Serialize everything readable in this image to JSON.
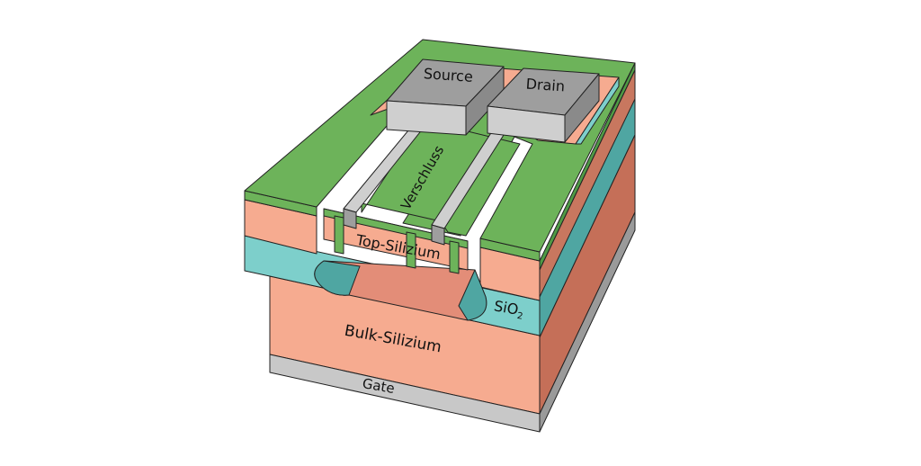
{
  "labels": {
    "source": "Source",
    "drain": "Drain",
    "shutter": "Verschluss",
    "top_silicon": "Top-Silizium",
    "oxide": "SiO",
    "oxide_subscript": "2",
    "bulk_silicon": "Bulk-Silizium",
    "gate": "Gate"
  },
  "colors": {
    "green": "#6db35a",
    "salmon": "#f6ab90",
    "salmon_dark": "#d77e69",
    "teal": "#7dcfcb",
    "gray_metal": "#9e9e9e",
    "gray_light": "#cfcfcf",
    "gray_base": "#c8c8c8"
  }
}
